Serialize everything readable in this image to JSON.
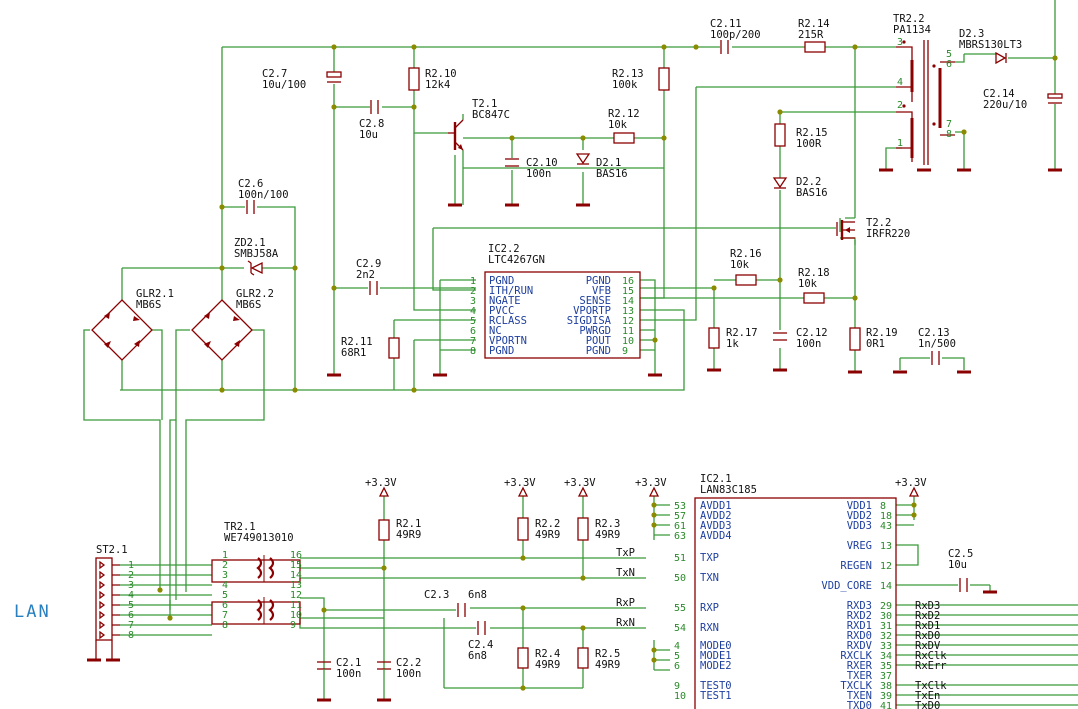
{
  "lan_label": "LAN",
  "parts": {
    "c27": {
      "ref": "C2.7",
      "val": "10u/100"
    },
    "r210": {
      "ref": "R2.10",
      "val": "12k4"
    },
    "c211": {
      "ref": "C2.11",
      "val": "100p/200"
    },
    "r214": {
      "ref": "R2.14",
      "val": "215R"
    },
    "tr22": {
      "ref": "TR2.2",
      "val": "PA1134"
    },
    "d23": {
      "ref": "D2.3",
      "val": "MBRS130LT3"
    },
    "c214": {
      "ref": "C2.14",
      "val": "220u/10"
    },
    "r213": {
      "ref": "R2.13",
      "val": "100k"
    },
    "c28": {
      "ref": "C2.8",
      "val": "10u"
    },
    "t21": {
      "ref": "T2.1",
      "val": "BC847C"
    },
    "r212": {
      "ref": "R2.12",
      "val": "10k"
    },
    "c210": {
      "ref": "C2.10",
      "val": "100n"
    },
    "d21": {
      "ref": "D2.1",
      "val": "BAS16"
    },
    "r215": {
      "ref": "R2.15",
      "val": "100R"
    },
    "d22": {
      "ref": "D2.2",
      "val": "BAS16"
    },
    "c26": {
      "ref": "C2.6",
      "val": "100n/100"
    },
    "zd21": {
      "ref": "ZD2.1",
      "val": "SMBJ58A"
    },
    "t22": {
      "ref": "T2.2",
      "val": "IRFR220"
    },
    "glr21": {
      "ref": "GLR2.1",
      "val": "MB6S"
    },
    "glr22": {
      "ref": "GLR2.2",
      "val": "MB6S"
    },
    "c29": {
      "ref": "C2.9",
      "val": "2n2"
    },
    "ic22": {
      "ref": "IC2.2",
      "val": "LTC4267GN"
    },
    "r216": {
      "ref": "R2.16",
      "val": "10k"
    },
    "r218": {
      "ref": "R2.18",
      "val": "10k"
    },
    "r211": {
      "ref": "R2.11",
      "val": "68R1"
    },
    "r217": {
      "ref": "R2.17",
      "val": "1k"
    },
    "c212": {
      "ref": "C2.12",
      "val": "100n"
    },
    "r219": {
      "ref": "R2.19",
      "val": "0R1"
    },
    "c213": {
      "ref": "C2.13",
      "val": "1n/500"
    },
    "st21": {
      "ref": "ST2.1"
    },
    "tr21": {
      "ref": "TR2.1",
      "val": "WE749013010"
    },
    "r21": {
      "ref": "R2.1",
      "val": "49R9"
    },
    "r22": {
      "ref": "R2.2",
      "val": "49R9"
    },
    "r23": {
      "ref": "R2.3",
      "val": "49R9"
    },
    "c23": {
      "ref": "C2.3",
      "val": "6n8"
    },
    "c24": {
      "ref": "C2.4",
      "val": "6n8"
    },
    "r24": {
      "ref": "R2.4",
      "val": "49R9"
    },
    "r25": {
      "ref": "R2.5",
      "val": "49R9"
    },
    "c21": {
      "ref": "C2.1",
      "val": "100n"
    },
    "c22": {
      "ref": "C2.2",
      "val": "100n"
    },
    "ic21": {
      "ref": "IC2.1",
      "val": "LAN83C185"
    },
    "c25": {
      "ref": "C2.5",
      "val": "10u"
    }
  },
  "ic22_left": [
    {
      "n": "1",
      "name": "PGND"
    },
    {
      "n": "2",
      "name": "ITH/RUN"
    },
    {
      "n": "3",
      "name": "NGATE"
    },
    {
      "n": "4",
      "name": "PVCC"
    },
    {
      "n": "5",
      "name": "RCLASS"
    },
    {
      "n": "6",
      "name": "NC"
    },
    {
      "n": "7",
      "name": "VPORTN"
    },
    {
      "n": "8",
      "name": "PGND"
    }
  ],
  "ic22_right": [
    {
      "n": "16",
      "name": "PGND"
    },
    {
      "n": "15",
      "name": "VFB"
    },
    {
      "n": "14",
      "name": "SENSE"
    },
    {
      "n": "13",
      "name": "VPORTP"
    },
    {
      "n": "12",
      "name": "SIGDISA"
    },
    {
      "n": "11",
      "name": "PWRGD"
    },
    {
      "n": "10",
      "name": "POUT"
    },
    {
      "n": "9",
      "name": "PGND"
    }
  ],
  "ic21_left": [
    {
      "n": "53",
      "name": "AVDD1"
    },
    {
      "n": "57",
      "name": "AVDD2"
    },
    {
      "n": "61",
      "name": "AVDD3"
    },
    {
      "n": "63",
      "name": "AVDD4"
    },
    {
      "n": "51",
      "name": "TXP"
    },
    {
      "n": "50",
      "name": "TXN"
    },
    {
      "n": "55",
      "name": "RXP"
    },
    {
      "n": "54",
      "name": "RXN"
    },
    {
      "n": "4",
      "name": "MODE0"
    },
    {
      "n": "5",
      "name": "MODE1"
    },
    {
      "n": "6",
      "name": "MODE2"
    },
    {
      "n": "9",
      "name": "TEST0"
    },
    {
      "n": "10",
      "name": "TEST1"
    }
  ],
  "ic21_right": [
    {
      "n": "8",
      "name": "VDD1"
    },
    {
      "n": "18",
      "name": "VDD2"
    },
    {
      "n": "43",
      "name": "VDD3"
    },
    {
      "n": "13",
      "name": "VREG"
    },
    {
      "n": "12",
      "name": "REGEN"
    },
    {
      "n": "14",
      "name": "VDD_CORE"
    },
    {
      "n": "29",
      "name": "RXD3",
      "net": "RxD3"
    },
    {
      "n": "30",
      "name": "RXD2",
      "net": "RxD2"
    },
    {
      "n": "31",
      "name": "RXD1",
      "net": "RxD1"
    },
    {
      "n": "32",
      "name": "RXD0",
      "net": "RxD0"
    },
    {
      "n": "33",
      "name": "RXDV",
      "net": "RxDV"
    },
    {
      "n": "34",
      "name": "RXCLK",
      "net": "RxClk"
    },
    {
      "n": "35",
      "name": "RXER",
      "net": "RxErr"
    },
    {
      "n": "37",
      "name": "TXER"
    },
    {
      "n": "38",
      "name": "TXCLK",
      "net": "TxClk"
    },
    {
      "n": "39",
      "name": "TXEN",
      "net": "TxEn"
    },
    {
      "n": "41",
      "name": "TXD0",
      "net": "TxD0"
    }
  ],
  "tr21_pins_left": [
    "1",
    "2",
    "3",
    "4",
    "5",
    "6",
    "7",
    "8"
  ],
  "tr21_pins_right": [
    "16",
    "15",
    "14",
    "13",
    "12",
    "11",
    "10",
    "9"
  ],
  "st21_pins": [
    "1",
    "2",
    "3",
    "4",
    "5",
    "6",
    "7",
    "8"
  ],
  "tr22_pins": {
    "p3": "3",
    "p4": "4",
    "p2": "2",
    "p1": "1",
    "p5": "5",
    "p6": "6",
    "p7": "7",
    "p8": "8"
  },
  "nets": {
    "txp": "TxP",
    "txn": "TxN",
    "rxp": "RxP",
    "rxn": "RxN"
  },
  "rails": {
    "v33": "+3.3V"
  }
}
